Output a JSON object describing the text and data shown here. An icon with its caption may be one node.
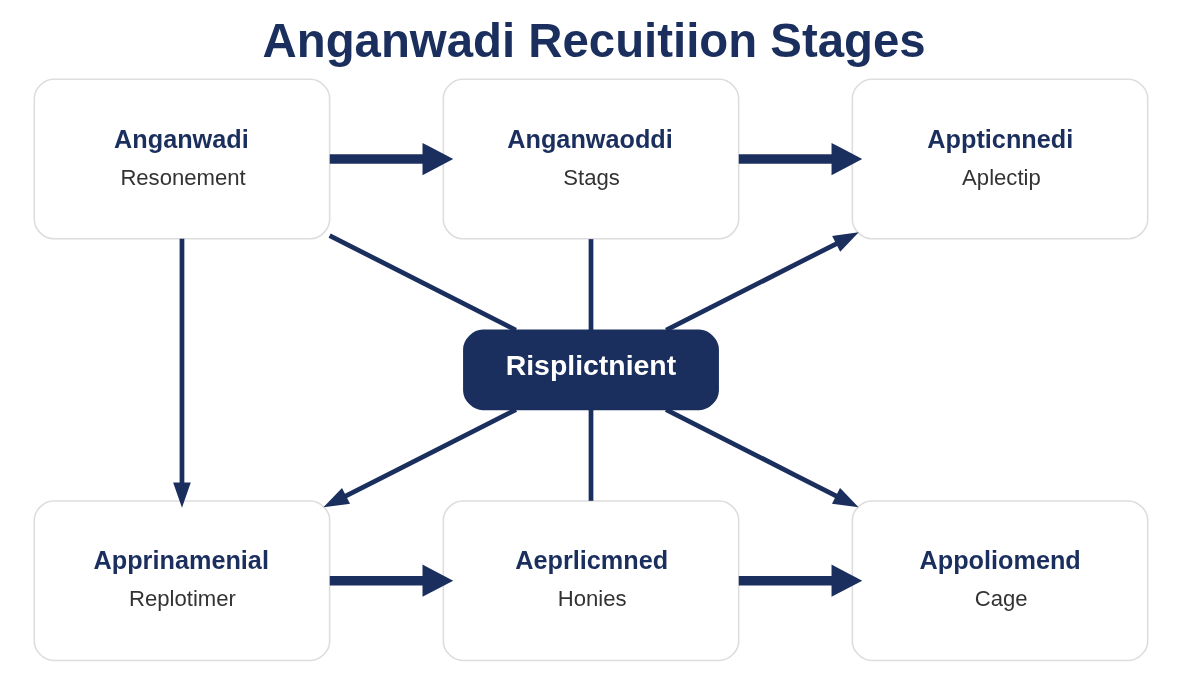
{
  "diagram": {
    "title": "Anganwadi Recuitiion Stages",
    "nodes": [
      {
        "text": [
          "Anganwadi",
          "Resonement"
        ]
      },
      {
        "text": [
          "Anganwaoddi",
          "Stags"
        ]
      },
      {
        "text": [
          "Appticnnedi",
          "Aplectip"
        ]
      },
      {
        "text": [
          "Risplictnient"
        ]
      },
      {
        "text": [
          "Apprinamenial",
          "Replotimer"
        ]
      },
      {
        "text": [
          "Aeprlicmned",
          "Honies"
        ]
      },
      {
        "text": [
          "Appoliomend",
          "Cage"
        ]
      }
    ],
    "edges": [
      {
        "from": 0,
        "to": 1,
        "arrow": "to",
        "style": "thick"
      },
      {
        "from": 1,
        "to": 2,
        "arrow": "to",
        "style": "thick"
      },
      {
        "from": 0,
        "to": 3,
        "arrow": "none"
      },
      {
        "from": 0,
        "to": 4,
        "arrow": "to"
      },
      {
        "from": 3,
        "to": 4,
        "arrow": "to"
      },
      {
        "from": 1,
        "to": 3,
        "arrow": "none"
      },
      {
        "from": 3,
        "to": 5,
        "arrow": "none"
      },
      {
        "from": 3,
        "to": 2,
        "arrow": "to"
      },
      {
        "from": 3,
        "to": 6,
        "arrow": "to"
      },
      {
        "from": 4,
        "to": 5,
        "arrow": "to",
        "style": "thick"
      },
      {
        "from": 5,
        "to": 6,
        "arrow": "to",
        "style": "thick"
      }
    ]
  }
}
